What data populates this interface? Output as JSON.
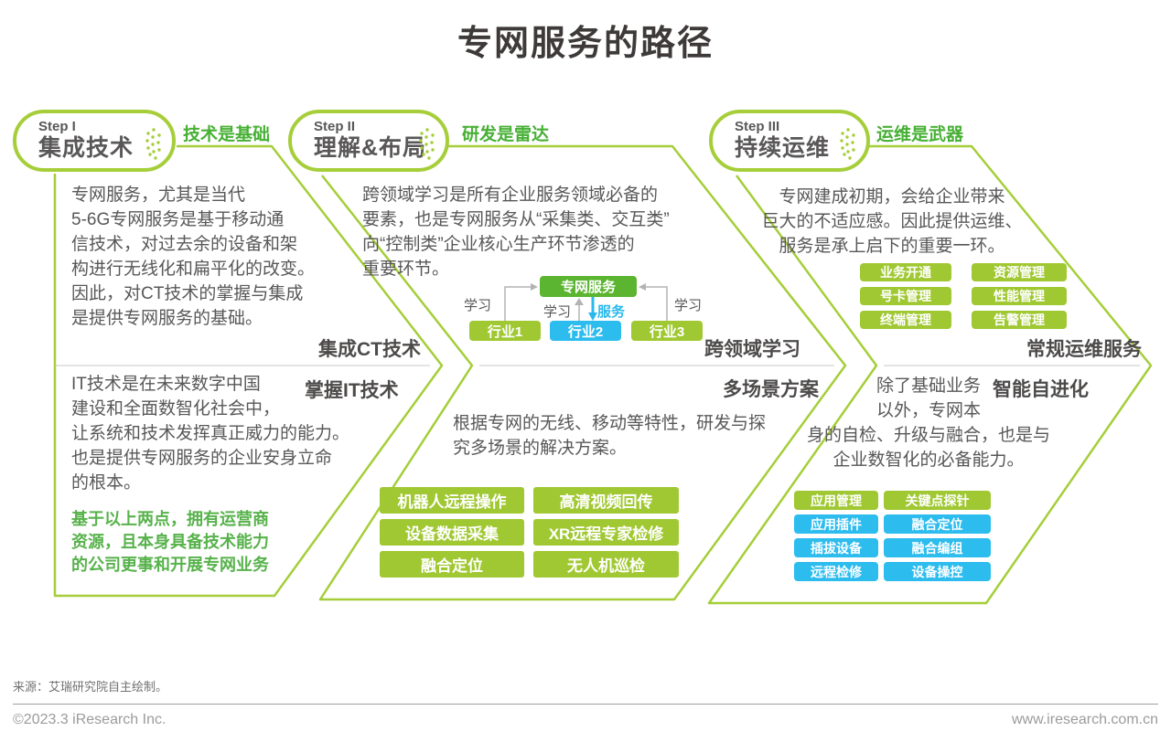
{
  "title": "专网服务的路径",
  "colors": {
    "lime_outline": "#a5ce39",
    "chip_lime": "#a0c832",
    "chip_cyan": "#2cbcee",
    "box_green": "#5cb531",
    "motto_green": "#47b035",
    "highlight_green": "#57b24b",
    "text_dark": "#595757"
  },
  "steps": [
    {
      "step_label": "Step I",
      "step_name": "集成技术",
      "motto": "技术是基础",
      "top": {
        "text": "专网服务，尤其是当代\n5-6G专网服务是基于移动通\n信技术，对过去余的设备和架\n构进行无线化和扁平化的改变。\n因此，对CT技术的掌握与集成\n是提供专网服务的基础。",
        "label": "集成CT技术"
      },
      "bottom": {
        "text": "IT技术是在未来数字中国\n建设和全面数智化社会中，\n让系统和技术发挥真正威力的能力。\n也是提供专网服务的企业安身立命\n的根本。",
        "label": "掌握IT技术",
        "highlight": "基于以上两点，拥有运营商\n资源，且本身具备技术能力\n的公司更事和开展专网业务"
      }
    },
    {
      "step_label": "Step II",
      "step_name": "理解&布局",
      "motto": "研发是雷达",
      "top": {
        "text": "跨领域学习是所有企业服务领域必备的\n要素，也是专网服务从“采集类、交互类”\n向“控制类”企业核心生产环节渗透的\n重要环节。",
        "label": "跨领域学习"
      },
      "diagram": {
        "center": "专网服务",
        "industries": [
          "行业1",
          "行业2",
          "行业3"
        ],
        "learn_label": "学习",
        "serve_label": "服务"
      },
      "bottom": {
        "text": "根据专网的无线、移动等特性，研发与探\n究多场景的解决方案。",
        "label": "多场景方案",
        "services": [
          "机器人远程操作",
          "高清视频回传",
          "设备数据采集",
          "XR远程专家检修",
          "融合定位",
          "无人机巡检"
        ]
      }
    },
    {
      "step_label": "Step III",
      "step_name": "持续运维",
      "motto": "运维是武器",
      "top": {
        "text": "专网建成初期，会给企业带来\n巨大的不适应感。因此提供运维、\n服务是承上启下的重要一环。",
        "label": "常规运维服务",
        "services": [
          "业务开通",
          "资源管理",
          "号卡管理",
          "性能管理",
          "终端管理",
          "告警管理"
        ]
      },
      "bottom": {
        "text": "除了基础业务\n以外，专网本\n身的自检、升级与融合，也是与\n企业数智化的必备能力。",
        "label": "智能自进化",
        "services": [
          "应用管理",
          "关键点探针",
          "应用插件",
          "融合定位",
          "插拔设备",
          "融合编组",
          "远程检修",
          "设备操控"
        ]
      }
    }
  ],
  "footer": {
    "source": "来源：艾瑞研究院自主绘制。",
    "copyright": "©2023.3 iResearch Inc.",
    "website": "www.iresearch.com.cn"
  }
}
